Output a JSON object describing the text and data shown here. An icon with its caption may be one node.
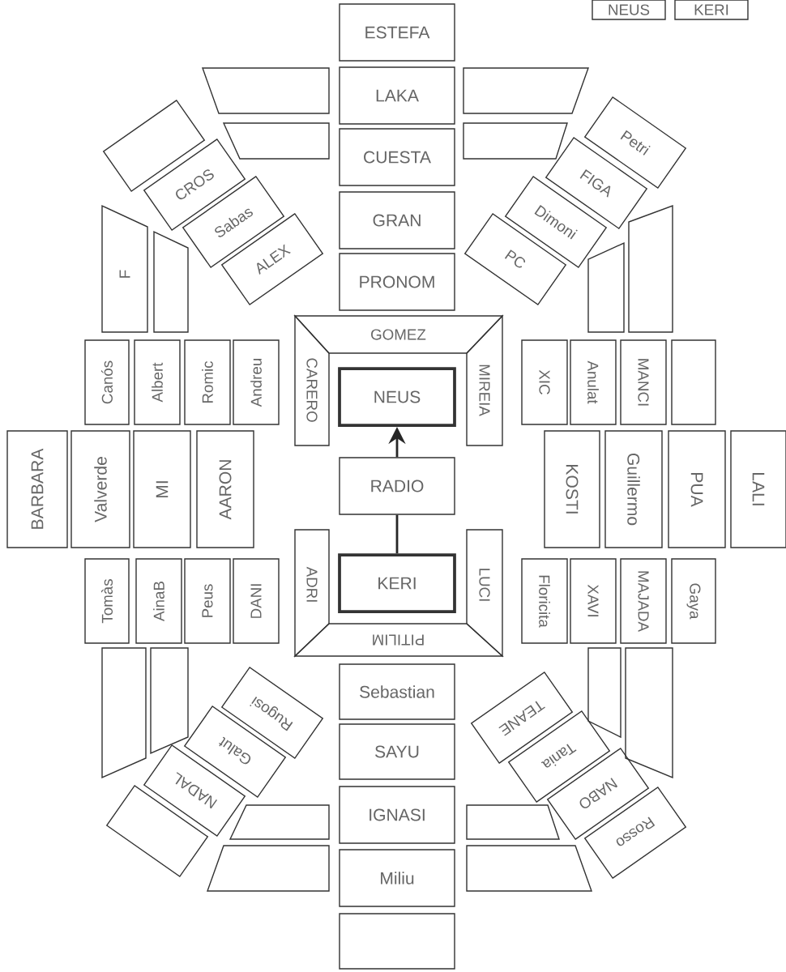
{
  "diagram": {
    "nodes": [
      {
        "text": [
          "NEUS"
        ]
      },
      {
        "text": [
          "KERI"
        ]
      },
      {
        "text": [
          "ESTEFA"
        ]
      },
      {
        "text": [
          "LAKA"
        ]
      },
      {
        "text": [
          "CUESTA"
        ]
      },
      {
        "text": [
          "GRAN"
        ]
      },
      {
        "text": [
          "PRONOM"
        ]
      },
      {
        "text": [],
        "shape": "trapezoid"
      },
      {
        "text": [],
        "shape": "trapezoid"
      },
      {
        "text": [],
        "shape": "trapezoid"
      },
      {
        "text": [],
        "shape": "trapezoid"
      },
      {
        "text": [],
        "shape": "box"
      },
      {
        "text": [
          "CROS"
        ]
      },
      {
        "text": [
          "Sabas"
        ]
      },
      {
        "text": [
          "ALEX"
        ]
      },
      {
        "text": [
          "Petri"
        ]
      },
      {
        "text": [
          "FIGA"
        ]
      },
      {
        "text": [
          "Dimoni"
        ]
      },
      {
        "text": [
          "PC"
        ]
      },
      {
        "text": [
          "F"
        ]
      },
      {
        "text": [],
        "shape": "trapezoid"
      },
      {
        "text": [],
        "shape": "trapezoid"
      },
      {
        "text": [],
        "shape": "trapezoid"
      },
      {
        "text": [
          "GOMEZ"
        ]
      },
      {
        "text": [
          "CARERO"
        ]
      },
      {
        "text": [
          "MIREIA"
        ]
      },
      {
        "text": [
          "NEUS"
        ]
      },
      {
        "text": [
          "Canós"
        ]
      },
      {
        "text": [
          "Albert"
        ]
      },
      {
        "text": [
          "Romic"
        ]
      },
      {
        "text": [
          "Andreu"
        ]
      },
      {
        "text": [
          "XIC"
        ]
      },
      {
        "text": [
          "Anulat"
        ]
      },
      {
        "text": [
          "MANCI"
        ]
      },
      {
        "text": [],
        "shape": "box"
      },
      {
        "text": [
          "BARBARA"
        ]
      },
      {
        "text": [
          "Valverde"
        ]
      },
      {
        "text": [
          "MI"
        ]
      },
      {
        "text": [
          "AARON"
        ]
      },
      {
        "text": [
          "RADIO"
        ]
      },
      {
        "text": [
          "KOSTI"
        ]
      },
      {
        "text": [
          "Guillermo"
        ]
      },
      {
        "text": [
          "PUA"
        ]
      },
      {
        "text": [
          "LALI"
        ]
      },
      {
        "text": [
          "ADRI"
        ]
      },
      {
        "text": [
          "LUCI"
        ]
      },
      {
        "text": [
          "KERI"
        ]
      },
      {
        "text": [
          "PITILIM"
        ]
      },
      {
        "text": [
          "Tomàs"
        ]
      },
      {
        "text": [
          "AinaB"
        ]
      },
      {
        "text": [
          "Peus"
        ]
      },
      {
        "text": [
          "DANI"
        ]
      },
      {
        "text": [
          "Floricita"
        ]
      },
      {
        "text": [
          "XAVI"
        ]
      },
      {
        "text": [
          "MAJADA"
        ]
      },
      {
        "text": [
          "Gaya"
        ]
      },
      {
        "text": [],
        "shape": "trapezoid"
      },
      {
        "text": [],
        "shape": "trapezoid"
      },
      {
        "text": [],
        "shape": "trapezoid"
      },
      {
        "text": [],
        "shape": "trapezoid"
      },
      {
        "text": [
          "Rugosi"
        ]
      },
      {
        "text": [
          "Galut"
        ]
      },
      {
        "text": [
          "NADAL"
        ]
      },
      {
        "text": [],
        "shape": "box"
      },
      {
        "text": [
          "TEANE"
        ]
      },
      {
        "text": [
          "Tania"
        ]
      },
      {
        "text": [
          "NABO"
        ]
      },
      {
        "text": [
          "Rosso"
        ]
      },
      {
        "text": [
          "Sebastian"
        ]
      },
      {
        "text": [
          "SAYU"
        ]
      },
      {
        "text": [],
        "shape": "trapezoid"
      },
      {
        "text": [],
        "shape": "trapezoid"
      },
      {
        "text": [],
        "shape": "trapezoid"
      },
      {
        "text": [],
        "shape": "trapezoid"
      },
      {
        "text": [
          "IGNASI"
        ]
      },
      {
        "text": [
          "Miliu"
        ]
      },
      {
        "text": [],
        "shape": "box"
      }
    ],
    "edges": [
      {
        "from": 46,
        "to": 39,
        "arrow": "none"
      },
      {
        "from": 39,
        "to": 26,
        "arrow": "to"
      }
    ]
  }
}
